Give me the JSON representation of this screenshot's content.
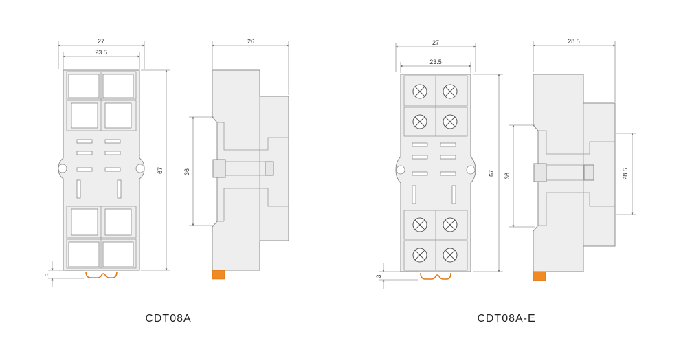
{
  "colors": {
    "body": "#eeeeee",
    "outline": "#8c8c8c",
    "clip": "#f08a24",
    "dimension": "#6e6e6e"
  },
  "model_a": {
    "caption": "CDT08A",
    "front": {
      "width_outer": "27",
      "width_inner": "23.5",
      "height": "67",
      "clip_height": "3"
    },
    "side": {
      "depth": "26",
      "rail_height": "36"
    }
  },
  "model_b": {
    "caption": "CDT08A-E",
    "front": {
      "width_outer": "27",
      "width_inner": "23.5",
      "height": "67",
      "rail_height": "36",
      "clip_height": "3"
    },
    "side": {
      "depth": "28.5",
      "module_height": "28.5"
    }
  }
}
